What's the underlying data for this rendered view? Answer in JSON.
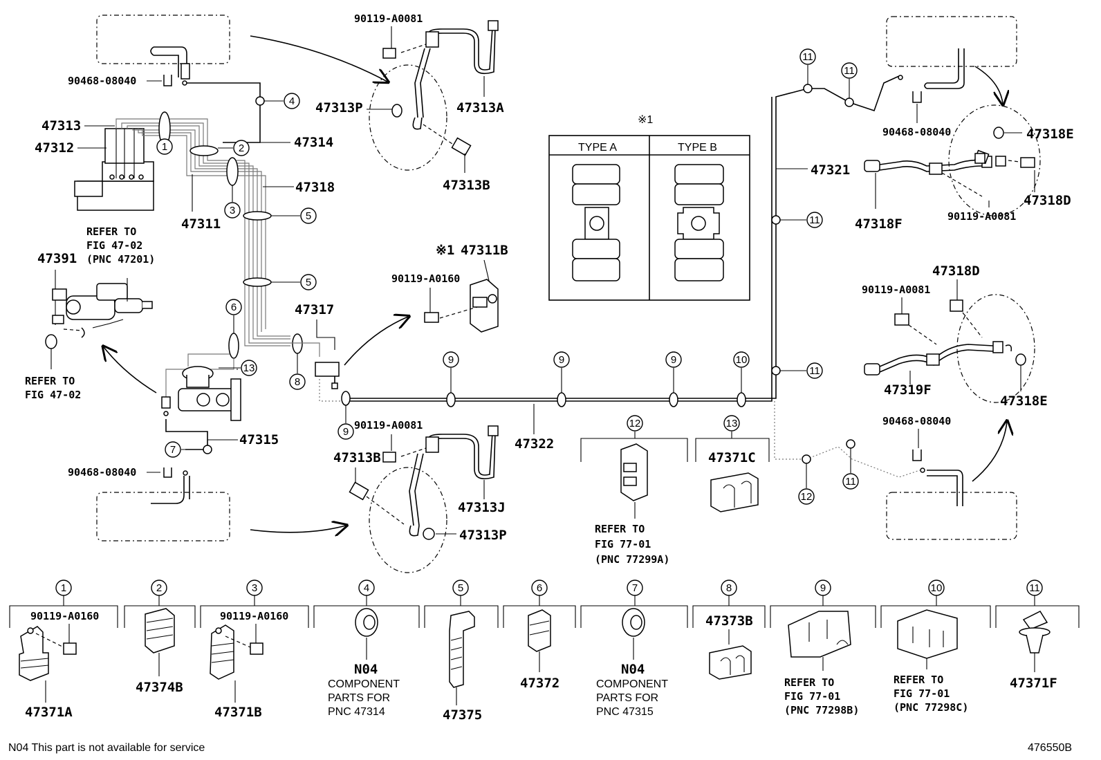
{
  "diagram_id": "476550B",
  "footnote": "N04 This part is not available for service",
  "type_box": {
    "marker": "※1",
    "type_a": "TYPE A",
    "type_b": "TYPE B"
  },
  "callouts": [
    {
      "n": "1"
    },
    {
      "n": "2"
    },
    {
      "n": "3"
    },
    {
      "n": "4"
    },
    {
      "n": "5"
    },
    {
      "n": "6"
    },
    {
      "n": "7"
    },
    {
      "n": "8"
    },
    {
      "n": "9"
    },
    {
      "n": "10"
    },
    {
      "n": "11"
    },
    {
      "n": "12"
    },
    {
      "n": "13"
    }
  ],
  "labels": {
    "p90119_a0081_top": "90119-A0081",
    "p90468_08040_tl": "90468-08040",
    "p47313p_top": "47313P",
    "p47313a": "47313A",
    "p47313b_top": "47313B",
    "p47313": "47313",
    "p47312": "47312",
    "p47314": "47314",
    "p47318": "47318",
    "p47311": "47311",
    "refer_4702_pnc_1": "REFER TO",
    "refer_4702_pnc_2": "FIG 47-02",
    "refer_4702_pnc_3": "(PNC 47201)",
    "p47391": "47391",
    "refer_4702_1": "REFER TO",
    "refer_4702_2": "FIG 47-02",
    "p47311b_marker": "※1",
    "p47311b": "47311B",
    "p90119_a0160_mid": "90119-A0160",
    "p47317": "47317",
    "p47315": "47315",
    "p90468_08040_bl": "90468-08040",
    "p47313b_bot": "47313B",
    "p90119_a0081_bot": "90119-A0081",
    "p47313j": "47313J",
    "p47313p_bot": "47313P",
    "p47322": "47322",
    "p47321": "47321",
    "p90468_08040_tr": "90468-08040",
    "p47318e_top": "47318E",
    "p47318d_top": "47318D",
    "p47318f": "47318F",
    "p90119_a0081_tr": "90119-A0081",
    "p47318d_mid": "47318D",
    "p90119_a0081_mr": "90119-A0081",
    "p47319f": "47319F",
    "p47318e_bot": "47318E",
    "p90468_08040_br": "90468-08040",
    "p47371c": "47371C",
    "refer_7701_a_1": "REFER TO",
    "refer_7701_a_2": "FIG 77-01",
    "refer_7701_a_3": "(PNC 77299A)"
  },
  "legend": [
    {
      "n": "1",
      "label": "47371A",
      "extra": "90119-A0160"
    },
    {
      "n": "2",
      "label": "47374B"
    },
    {
      "n": "3",
      "label": "47371B",
      "extra": "90119-A0160"
    },
    {
      "n": "4",
      "label": "N04",
      "desc": [
        "COMPONENT",
        "PARTS FOR",
        "PNC 47314"
      ]
    },
    {
      "n": "5",
      "label": "47375"
    },
    {
      "n": "6",
      "label": "47372"
    },
    {
      "n": "7",
      "label": "N04",
      "desc": [
        "COMPONENT",
        "PARTS FOR",
        "PNC 47315"
      ]
    },
    {
      "n": "8",
      "label": "47373B"
    },
    {
      "n": "9",
      "refer": [
        "REFER TO",
        "FIG 77-01",
        "(PNC 77298B)"
      ]
    },
    {
      "n": "10",
      "refer": [
        "REFER TO",
        "FIG 77-01",
        "(PNC 77298C)"
      ]
    },
    {
      "n": "11",
      "label": "47371F"
    }
  ]
}
